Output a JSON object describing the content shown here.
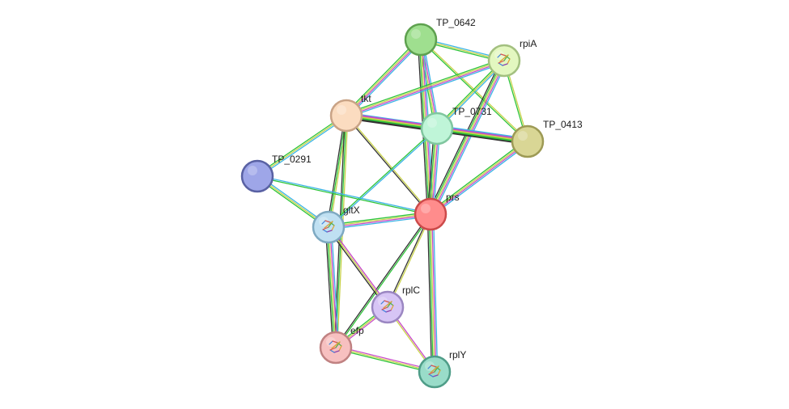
{
  "network": {
    "nodes": [
      {
        "id": "TP_0642",
        "label": "TP_0642",
        "fill": "#9fdf8f",
        "stroke": "#5ea14f",
        "structure": false
      },
      {
        "id": "rpiA",
        "label": "rpiA",
        "fill": "#e3f7c0",
        "stroke": "#a3c080",
        "structure": true
      },
      {
        "id": "tkt",
        "label": "tkt",
        "fill": "#fbdcc0",
        "stroke": "#c9a386",
        "structure": false
      },
      {
        "id": "TP_0731",
        "label": "TP_0731",
        "fill": "#bff5d8",
        "stroke": "#80c69f",
        "structure": false
      },
      {
        "id": "TP_0413",
        "label": "TP_0413",
        "fill": "#d9d695",
        "stroke": "#9d9a55",
        "structure": false
      },
      {
        "id": "TP_0291",
        "label": "TP_0291",
        "fill": "#9ea6e8",
        "stroke": "#5961a3",
        "structure": false
      },
      {
        "id": "prs",
        "label": "prs",
        "fill": "#ff8c8c",
        "stroke": "#cc4a4a",
        "structure": false
      },
      {
        "id": "gltX",
        "label": "gltX",
        "fill": "#bfe0f2",
        "stroke": "#7ea9c2",
        "structure": true
      },
      {
        "id": "rplC",
        "label": "rplC",
        "fill": "#d7c5f5",
        "stroke": "#9b87c2",
        "structure": true
      },
      {
        "id": "efp",
        "label": "efp",
        "fill": "#f7c0c0",
        "stroke": "#c08282",
        "structure": true
      },
      {
        "id": "rplY",
        "label": "rplY",
        "fill": "#99dcc9",
        "stroke": "#4f9d88",
        "structure": true
      }
    ],
    "edges": [
      {
        "source": "TP_0642",
        "target": "rpiA",
        "colors": [
          "#3cb4e6",
          "#c8d24a",
          "#2ec43a"
        ]
      },
      {
        "source": "TP_0642",
        "target": "tkt",
        "colors": [
          "#3cb4e6",
          "#c84ac8",
          "#c8d24a",
          "#2ec43a"
        ]
      },
      {
        "source": "TP_0642",
        "target": "TP_0731",
        "colors": [
          "#3cb4e6",
          "#c84ac8",
          "#c8d24a",
          "#2ec43a"
        ]
      },
      {
        "source": "TP_0642",
        "target": "TP_0413",
        "colors": [
          "#c8d24a",
          "#2ec43a"
        ]
      },
      {
        "source": "TP_0642",
        "target": "prs",
        "colors": [
          "#3cb4e6",
          "#c84ac8",
          "#c8d24a",
          "#2ec43a",
          "#333333"
        ]
      },
      {
        "source": "rpiA",
        "target": "tkt",
        "colors": [
          "#3cb4e6",
          "#c84ac8",
          "#c8d24a",
          "#2ec43a"
        ]
      },
      {
        "source": "rpiA",
        "target": "TP_0731",
        "colors": [
          "#3cb4e6",
          "#c8d24a",
          "#2ec43a"
        ]
      },
      {
        "source": "rpiA",
        "target": "TP_0413",
        "colors": [
          "#c8d24a",
          "#2ec43a"
        ]
      },
      {
        "source": "rpiA",
        "target": "prs",
        "colors": [
          "#3cb4e6",
          "#c84ac8",
          "#c8d24a",
          "#2ec43a",
          "#333333"
        ]
      },
      {
        "source": "tkt",
        "target": "TP_0731",
        "colors": [
          "#3cb4e6",
          "#c84ac8",
          "#c8d24a",
          "#2ec43a",
          "#333333"
        ]
      },
      {
        "source": "tkt",
        "target": "TP_0413",
        "colors": [
          "#c84ac8",
          "#c8d24a",
          "#2ec43a",
          "#333333"
        ]
      },
      {
        "source": "tkt",
        "target": "TP_0291",
        "colors": [
          "#3cb4e6",
          "#c8d24a",
          "#2ec43a"
        ]
      },
      {
        "source": "tkt",
        "target": "prs",
        "colors": [
          "#c8d24a",
          "#333333"
        ]
      },
      {
        "source": "tkt",
        "target": "gltX",
        "colors": [
          "#c8d24a",
          "#2ec43a",
          "#333333"
        ]
      },
      {
        "source": "tkt",
        "target": "efp",
        "colors": [
          "#c8d24a",
          "#2ec43a",
          "#333333"
        ]
      },
      {
        "source": "TP_0731",
        "target": "TP_0413",
        "colors": [
          "#3cb4e6",
          "#c84ac8",
          "#c8d24a",
          "#2ec43a",
          "#333333"
        ]
      },
      {
        "source": "TP_0731",
        "target": "prs",
        "colors": [
          "#3cb4e6",
          "#c84ac8",
          "#c8d24a",
          "#2ec43a",
          "#333333"
        ]
      },
      {
        "source": "TP_0731",
        "target": "gltX",
        "colors": [
          "#3cb4e6",
          "#2ec43a"
        ]
      },
      {
        "source": "TP_0413",
        "target": "prs",
        "colors": [
          "#3cb4e6",
          "#c84ac8",
          "#c8d24a",
          "#2ec43a"
        ]
      },
      {
        "source": "TP_0291",
        "target": "gltX",
        "colors": [
          "#3cb4e6",
          "#c8d24a",
          "#2ec43a"
        ]
      },
      {
        "source": "TP_0291",
        "target": "prs",
        "colors": [
          "#3cb4e6",
          "#2ec43a"
        ]
      },
      {
        "source": "prs",
        "target": "gltX",
        "colors": [
          "#3cb4e6",
          "#c84ac8",
          "#c8d24a",
          "#2ec43a"
        ]
      },
      {
        "source": "prs",
        "target": "rplC",
        "colors": [
          "#c8d24a",
          "#333333"
        ]
      },
      {
        "source": "prs",
        "target": "efp",
        "colors": [
          "#2ec43a",
          "#333333"
        ]
      },
      {
        "source": "prs",
        "target": "rplY",
        "colors": [
          "#3cb4e6",
          "#c84ac8",
          "#c8d24a",
          "#2ec43a",
          "#333333"
        ]
      },
      {
        "source": "gltX",
        "target": "rplC",
        "colors": [
          "#c84ac8",
          "#c8d24a",
          "#333333"
        ]
      },
      {
        "source": "gltX",
        "target": "efp",
        "colors": [
          "#3cb4e6",
          "#c84ac8",
          "#c8d24a",
          "#2ec43a",
          "#333333"
        ]
      },
      {
        "source": "rplC",
        "target": "efp",
        "colors": [
          "#c84ac8",
          "#c8d24a",
          "#2ec43a"
        ]
      },
      {
        "source": "rplC",
        "target": "rplY",
        "colors": [
          "#c84ac8",
          "#c8d24a"
        ]
      },
      {
        "source": "efp",
        "target": "rplY",
        "colors": [
          "#c84ac8",
          "#c8d24a",
          "#2ec43a"
        ]
      }
    ]
  }
}
